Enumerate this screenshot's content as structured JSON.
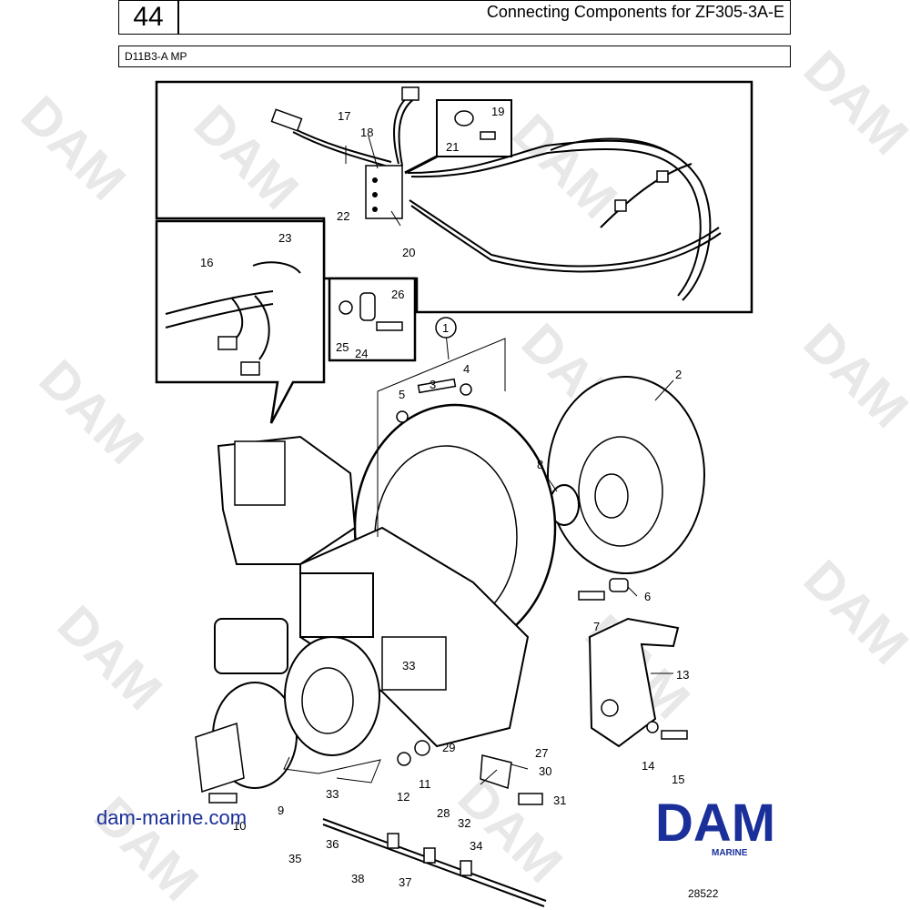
{
  "header": {
    "page_number": "44",
    "title": "Connecting Components for ZF305-3A-E",
    "subtitle": "D11B3-A MP"
  },
  "watermark": {
    "text": "DAM"
  },
  "footer": {
    "site": "dam-marine.com",
    "brand": "DAM",
    "brand_sub": "MARINE",
    "figure_number": "28522"
  },
  "callouts": {
    "c1": "1",
    "c2": "2",
    "c3": "3",
    "c4": "4",
    "c5": "5",
    "c6": "6",
    "c7": "7",
    "c8": "8",
    "c9": "9",
    "c10": "10",
    "c11": "11",
    "c12": "12",
    "c13": "13",
    "c14": "14",
    "c15": "15",
    "c16": "16",
    "c17": "17",
    "c18": "18",
    "c19": "19",
    "c20": "20",
    "c21": "21",
    "c22": "22",
    "c23": "23",
    "c24": "24",
    "c25": "25",
    "c26": "26",
    "c27": "27",
    "c28": "28",
    "c29": "29",
    "c30": "30",
    "c31": "31",
    "c32": "32",
    "c33a": "33",
    "c33b": "33",
    "c34": "34",
    "c35": "35",
    "c36": "36",
    "c37": "37",
    "c38": "38"
  },
  "colors": {
    "ink": "#000000",
    "brand": "#1a2f9a",
    "watermark": "#e8e8e8"
  }
}
